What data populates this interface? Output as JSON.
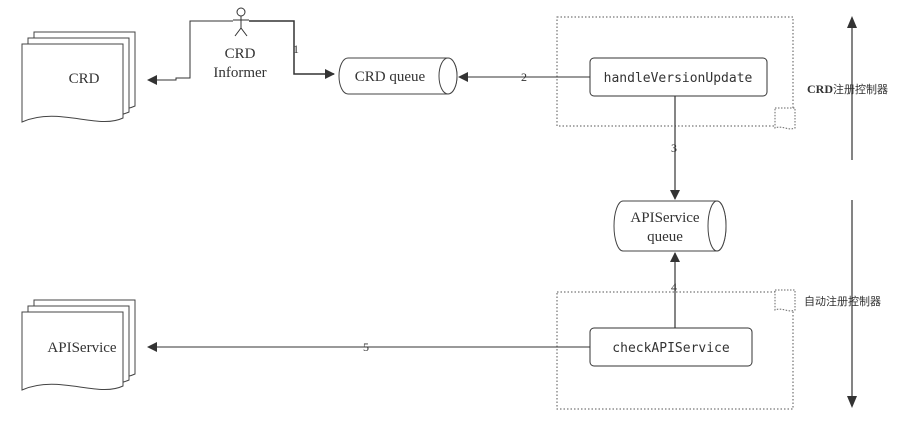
{
  "nodes": {
    "crd_doc": "CRD",
    "apiservice_doc": "APIService",
    "actor_line1": "CRD",
    "actor_line2": "Informer",
    "crd_queue": "CRD queue",
    "apiservice_queue_line1": "APIService",
    "apiservice_queue_line2": "queue",
    "handle_version_update": "handleVersionUpdate",
    "check_apiservice": "checkAPIService"
  },
  "edges": {
    "e1": "1",
    "e2": "2",
    "e3": "3",
    "e4": "4",
    "e5": "5"
  },
  "groups": {
    "crd_controller_bold": "CRD",
    "crd_controller_suffix": "注册控制器",
    "auto_controller": "自动注册控制器"
  },
  "colors": {
    "line": "#333333",
    "text": "#333333",
    "dotted_border": "#555555"
  }
}
